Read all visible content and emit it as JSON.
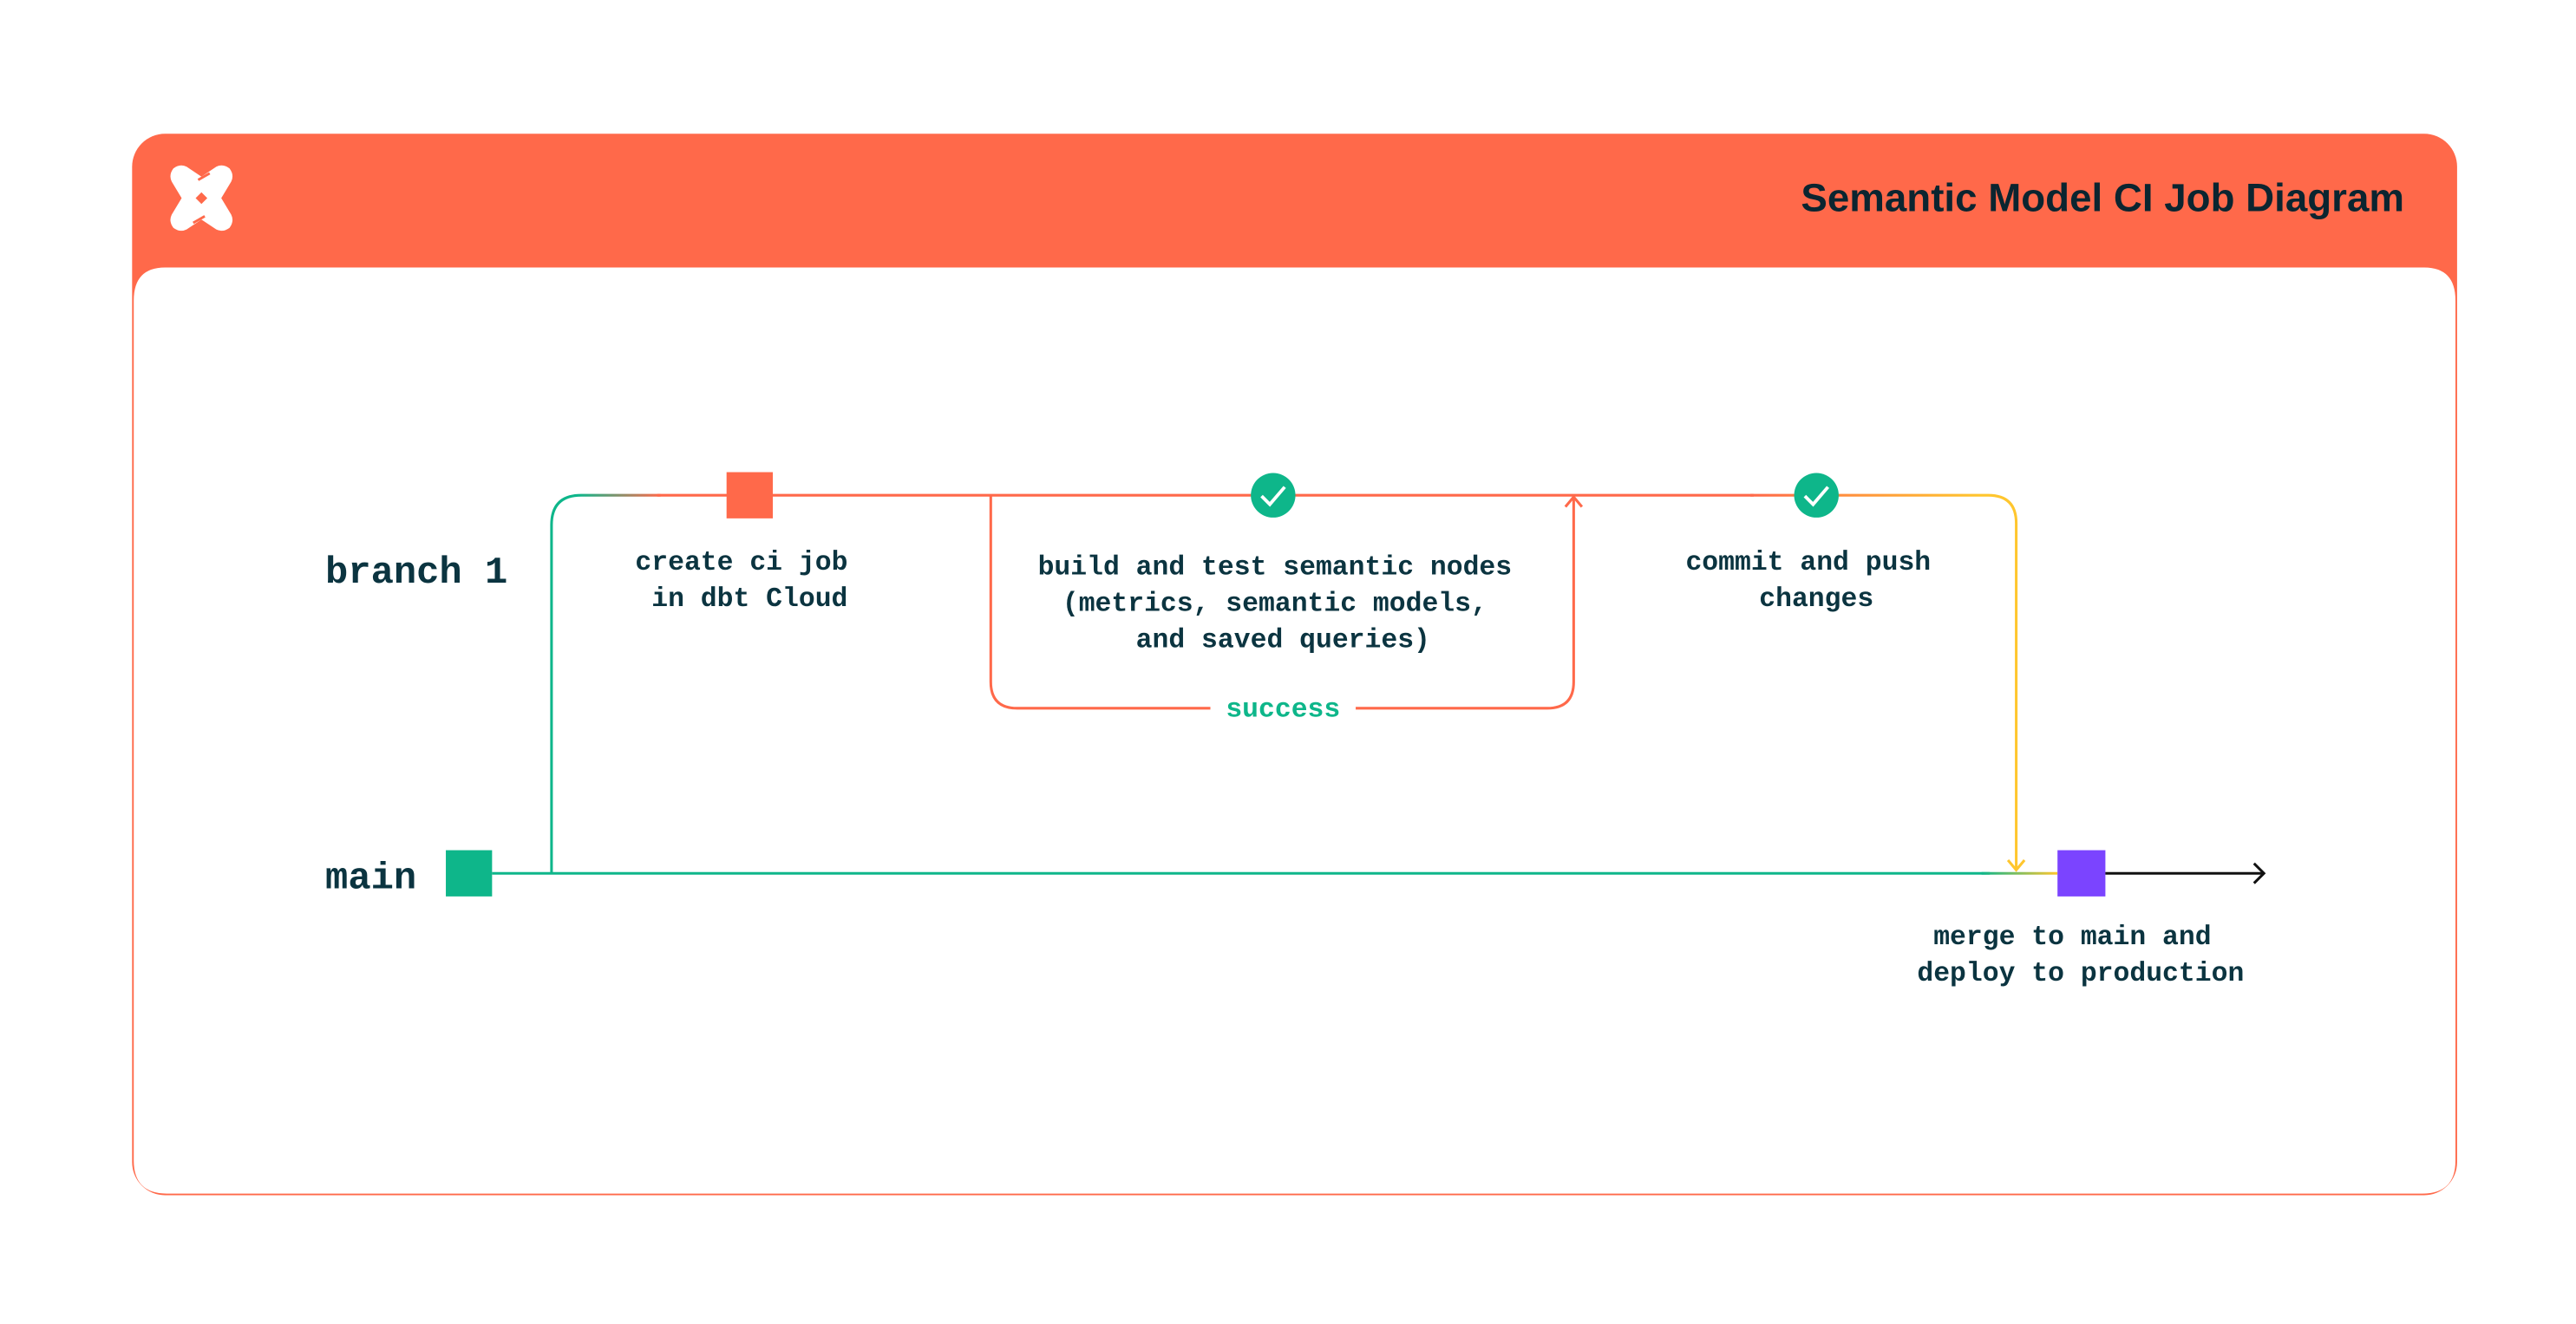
{
  "header": {
    "title": "Semantic Model CI Job Diagram",
    "logo_icon": "dbt-logo-icon"
  },
  "colors": {
    "brand": "#FF694A",
    "main_branch": "#0EB68A",
    "success": "#0EB68A",
    "merge_node": "#7B44FF",
    "commit_path": "#FFC62E",
    "text": "#0B3440"
  },
  "lanes": {
    "branch": "branch 1",
    "main": "main"
  },
  "steps": {
    "create": [
      "create ci job",
      "in dbt Cloud"
    ],
    "build": [
      "build and test semantic nodes",
      "(metrics, semantic models,",
      "and saved queries)"
    ],
    "build_result": "success",
    "commit": [
      "commit and push",
      "changes"
    ],
    "merge": [
      "merge to main and",
      "deploy to production"
    ]
  }
}
